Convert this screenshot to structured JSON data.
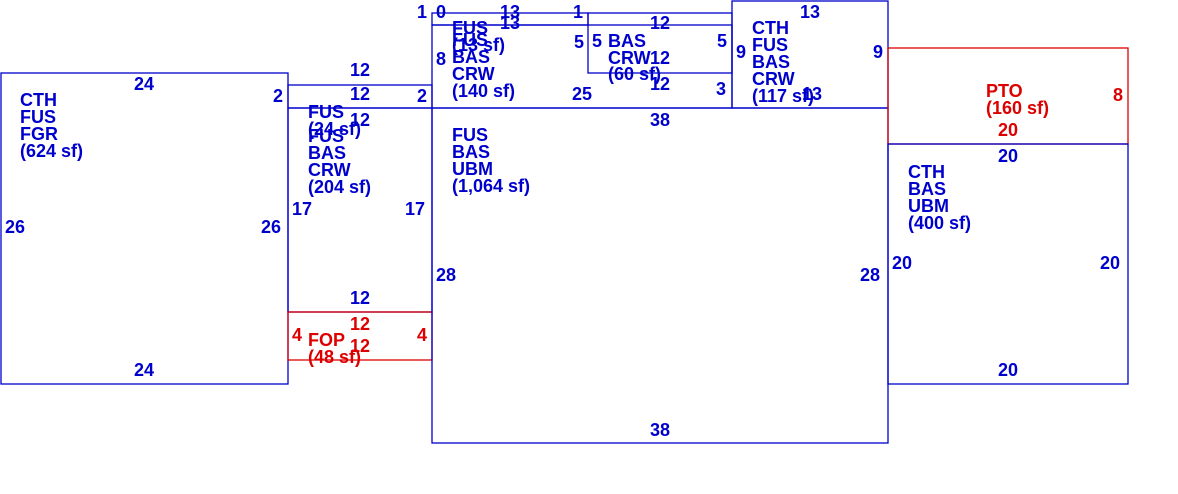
{
  "colors": {
    "structure": "#0000cc",
    "porch": "#dd0000"
  },
  "areas": {
    "west": {
      "lines": [
        "CTH",
        "FUS",
        "FGR",
        "(624 sf)"
      ],
      "top": "24",
      "bottom": "24",
      "left": "26",
      "right": "26"
    },
    "small_strip": {
      "lines": [
        "FUS",
        "(24 sf)"
      ],
      "top": "12",
      "bottom": "12",
      "left": "2",
      "right": "2"
    },
    "mid_left": {
      "lines": [
        "FUS",
        "BAS",
        "CRW",
        "(204 sf)"
      ],
      "top": "12",
      "bottom": "12",
      "left": "17",
      "right": "17"
    },
    "fop": {
      "lines": [
        "FOP",
        "(48 sf)"
      ],
      "top": "12",
      "bottom": "12",
      "left": "4",
      "right": "4"
    },
    "top_left_small": {
      "lines": [
        "FUS",
        "(13 sf)"
      ],
      "top": "13",
      "bottom": "13",
      "left": "1",
      "right": "1"
    },
    "top_left_big": {
      "lines": [
        "FUS",
        "BAS",
        "CRW",
        "(140 sf)"
      ],
      "top": "0",
      "bottom": "25",
      "left": "8",
      "right": "5"
    },
    "top_mid": {
      "lines": [
        "BAS",
        "CRW",
        "(60 sf)"
      ],
      "top": "12",
      "bottom": "12",
      "left": "5",
      "right": "5"
    },
    "top_right_extra": "3",
    "top_right": {
      "lines": [
        "CTH",
        "FUS",
        "BAS",
        "CRW",
        "(117 sf)"
      ],
      "top": "13",
      "bottom": "13",
      "left": "9",
      "right": "9"
    },
    "center": {
      "lines": [
        "FUS",
        "BAS",
        "UBM",
        "(1,064 sf)"
      ],
      "top": "38",
      "bottom": "38",
      "left": "28",
      "right": "28"
    },
    "pto": {
      "lines": [
        "PTO",
        "(160 sf)"
      ],
      "bottom": "20",
      "right": "8"
    },
    "east": {
      "lines": [
        "CTH",
        "BAS",
        "UBM",
        "(400 sf)"
      ],
      "top": "20",
      "bottom": "20",
      "left": "20",
      "right": "20"
    }
  }
}
